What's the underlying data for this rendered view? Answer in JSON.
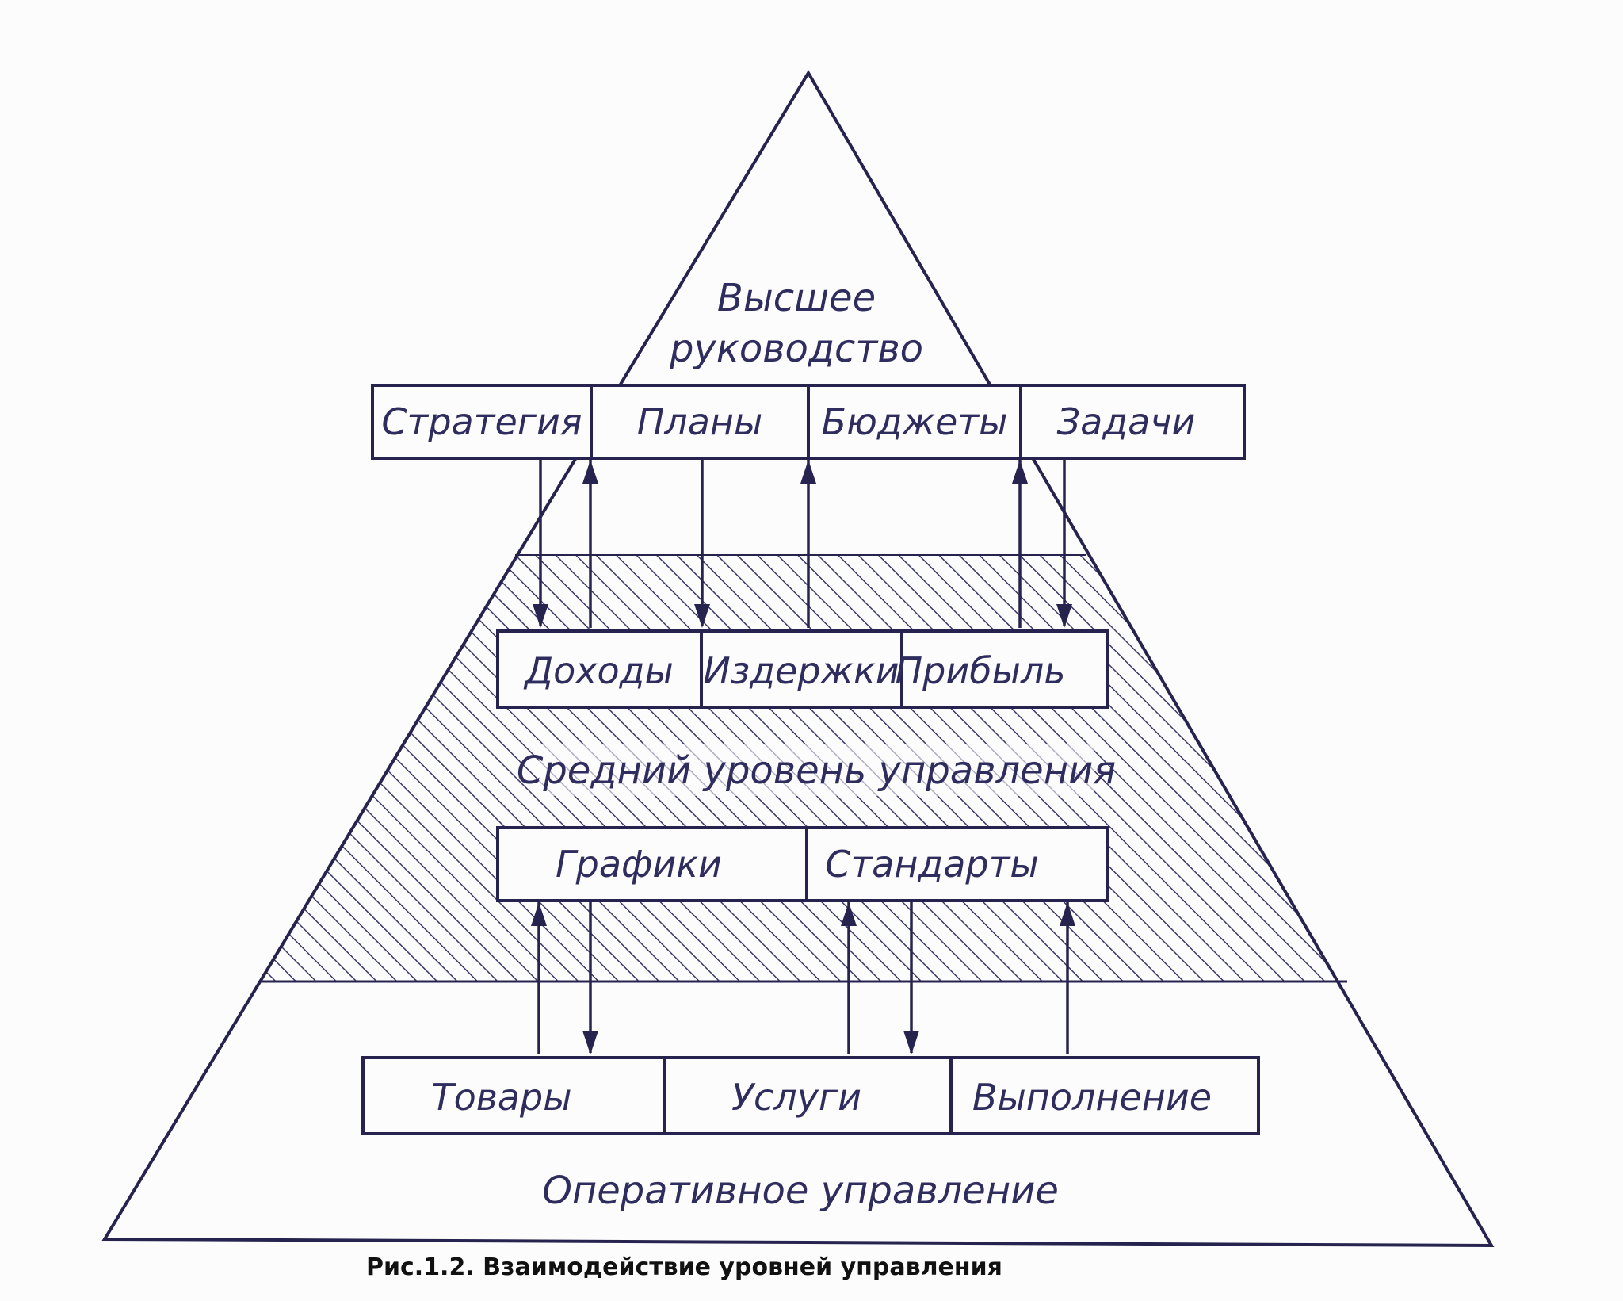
{
  "levels": {
    "top": [
      "Высшее",
      "руководство"
    ],
    "middle": "Средний уровень управления",
    "operational": "Оперативное управление"
  },
  "top_boxes": [
    "Стратегия",
    "Планы",
    "Бюджеты",
    "Задачи"
  ],
  "middle_boxes_upper": [
    "Доходы",
    "Издержки",
    "Прибыль"
  ],
  "middle_boxes_lower": [
    "Графики",
    "Стандарты"
  ],
  "bottom_boxes": [
    "Товары",
    "Услуги",
    "Выполнение"
  ],
  "caption": "Рис.1.2. Взаимодействие уровней управления",
  "colors": {
    "ink": "#26244e",
    "paper": "#fcfcfd"
  }
}
